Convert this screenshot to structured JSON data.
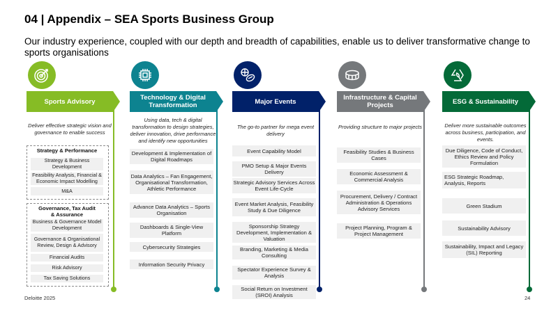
{
  "page": {
    "title": "04 | Appendix – SEA Sports Business Group",
    "subtitle": "Our industry experience, coupled with our depth and breadth of capabilities, enable us to deliver transformative change to sports organisations",
    "footer": "Deloitte 2025",
    "page_number": "24"
  },
  "columns": [
    {
      "color": "#86bc25",
      "icon": "target-icon",
      "heading": "Sports Advisory",
      "description": "Deliver effective strategic vision and governance to enable success",
      "groups": [
        {
          "heading": "Strategy & Performance",
          "items": [
            "Strategy & Business Development",
            "Feasibility Analysis, Financial & Economic Impact Modelling",
            "M&A"
          ]
        },
        {
          "heading": "Governance, Tax Audit & Assurance",
          "items": [
            "Business & Governance Model Development",
            "Governance & Organisational Review, Design & Advisory",
            "Financial Audits",
            "Risk Advisory",
            "Tax Saving Solutions"
          ]
        }
      ]
    },
    {
      "color": "#0d8390",
      "icon": "microchip-icon",
      "heading": "Technology & Digital Transformation",
      "description": "Using data, tech & digital transformation to design strategies, deliver innovation, drive performance and identify new opportunities",
      "items": [
        "Development & Implementation of Digital Roadmaps",
        "Data Analytics – Fan Engagement, Organisational Transformation, Athletic Performance",
        "Advance Data Analytics – Sports Organisation",
        "Dashboards & Single-View Platform",
        "Cybersecurity Strategies",
        "Information Security Privacy"
      ]
    },
    {
      "color": "#012169",
      "icon": "sports-balls-icon",
      "heading": "Major Events",
      "description": "The go-to partner for mega event delivery",
      "items": [
        "Event Capability Model",
        "PMO Setup & Major Events Delivery",
        "Strategic Advisory Services Across Event Life-Cycle",
        "Event Market Analysis, Feasibility Study & Due Diligence",
        "Sponsorship Strategy Development, Implementation & Valuation",
        "Branding, Marketing & Media Consulting",
        "Spectator Experience Survey & Analysis",
        "Social Return on Investment (SROI) Analysis"
      ]
    },
    {
      "color": "#75787b",
      "icon": "stadium-icon",
      "heading": "Infrastructure & Capital Projects",
      "description": "Providing structure to major projects",
      "items": [
        "Feasibility Studies & Business Cases",
        "Economic Assessment & Commercial Analysis",
        "Procurement, Delivery / Contract Administration & Operations Advisory Services",
        "Project Planning, Program & Project Management"
      ]
    },
    {
      "color": "#046a38",
      "icon": "recycle-icon",
      "heading": "ESG & Sustainability",
      "description": "Deliver more sustainable outcomes across business, participation, and events.",
      "items": [
        "Due Diligence, Code of Conduct, Ethics Review and Policy Formulation",
        "ESG Strategic Roadmap, Analysis, Reports",
        "Green Stadium",
        "Sustainability Advisory",
        "Sustainability, Impact and Legacy (SIL) Reporting"
      ]
    }
  ]
}
